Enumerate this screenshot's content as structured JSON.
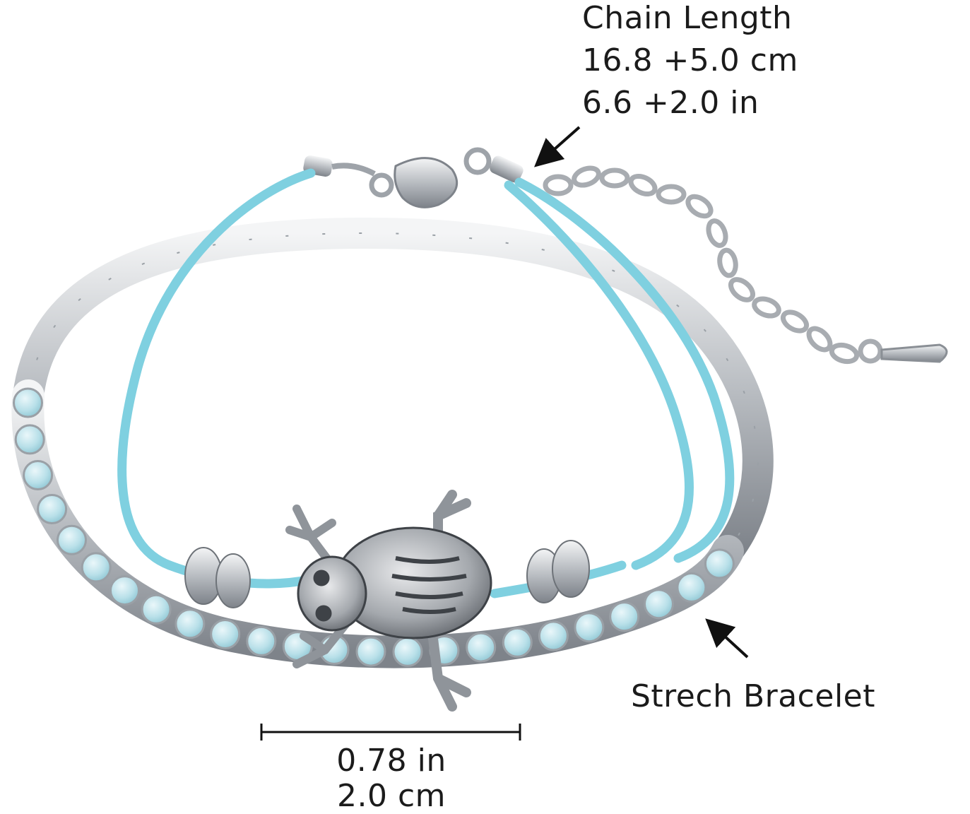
{
  "annotations": {
    "chain_length": {
      "title": "Chain Length",
      "cm": "16.8 +5.0 cm",
      "inch": "6.6 +2.0 in"
    },
    "stretch_bracelet": "Strech Bracelet",
    "charm_width": {
      "inch": "0.78 in",
      "cm": "2.0 cm"
    }
  },
  "colors": {
    "cord": "#7fd0e0",
    "bead": "#bfe3ea",
    "silver": "#c9ccd0",
    "background": "#ffffff"
  }
}
